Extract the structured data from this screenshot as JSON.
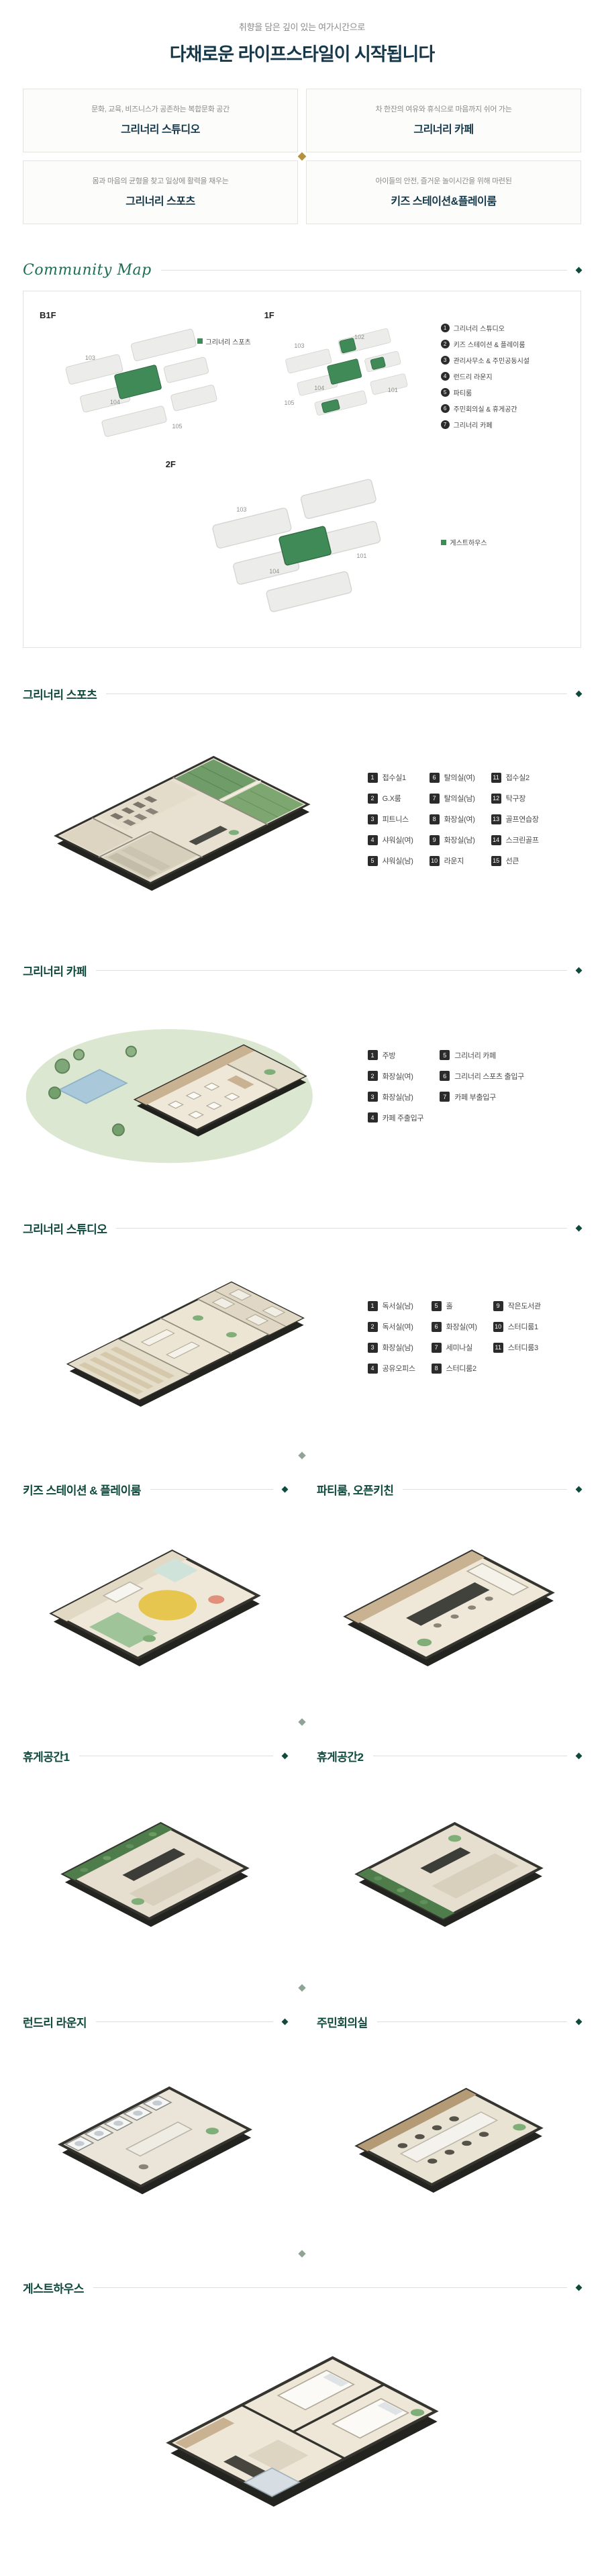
{
  "palette": {
    "brand_teal": "#14384a",
    "brand_green": "#0f4a3c",
    "serif_green": "#1d6e52",
    "gold": "#b5913c",
    "map_highlight": "#3f8a57",
    "legend_dark": "#2b2b2b"
  },
  "header": {
    "subtitle": "취향을 담은 깊이 있는 여가시간으로",
    "title": "다채로운 라이프스타일이 시작됩니다"
  },
  "features": {
    "cards": [
      {
        "desc": "문화, 교육, 비즈니스가 공존하는 복합문화 공간",
        "title": "그리너리 스튜디오"
      },
      {
        "desc": "차 한잔의 여유와 휴식으로 마음까지 쉬어 가는",
        "title": "그리너리 카페"
      },
      {
        "desc": "몸과 마음의 균형을 찾고 일상에 활력을 채우는",
        "title": "그리너리 스포츠"
      },
      {
        "desc": "아이들의 안전, 즐거운 놀이시간을 위해 마련된",
        "title": "키즈 스테이션&플레이룸"
      }
    ]
  },
  "community_map": {
    "heading": "Community Map",
    "floors": [
      {
        "label": "B1F",
        "tag": "그리너리 스포츠",
        "buildings": [
          "103",
          "104",
          "105"
        ]
      },
      {
        "label": "1F",
        "buildings": [
          "103",
          "102",
          "104",
          "101",
          "105"
        ],
        "legend": [
          {
            "no": "1",
            "label": "그리너리 스튜디오"
          },
          {
            "no": "2",
            "label": "키즈 스테이션 & 플레이룸"
          },
          {
            "no": "3",
            "label": "관리사무소 & 주민공동시설"
          },
          {
            "no": "4",
            "label": "런드리 라운지"
          },
          {
            "no": "5",
            "label": "파티룸"
          },
          {
            "no": "6",
            "label": "주민회의실 & 휴게공간"
          },
          {
            "no": "7",
            "label": "그리너리 카페"
          }
        ]
      },
      {
        "label": "2F",
        "tag": "게스트하우스",
        "buildings": [
          "103",
          "104",
          "101"
        ]
      }
    ]
  },
  "sports": {
    "heading": "그리너리 스포츠",
    "legend": [
      {
        "no": "1",
        "label": "접수실1"
      },
      {
        "no": "2",
        "label": "G.X룸"
      },
      {
        "no": "3",
        "label": "피트니스"
      },
      {
        "no": "4",
        "label": "샤워실(여)"
      },
      {
        "no": "5",
        "label": "샤워실(남)"
      },
      {
        "no": "6",
        "label": "탈의실(여)"
      },
      {
        "no": "7",
        "label": "탈의실(남)"
      },
      {
        "no": "8",
        "label": "화장실(여)"
      },
      {
        "no": "9",
        "label": "화장실(남)"
      },
      {
        "no": "10",
        "label": "라운지"
      },
      {
        "no": "11",
        "label": "접수실2"
      },
      {
        "no": "12",
        "label": "탁구장"
      },
      {
        "no": "13",
        "label": "골프연습장"
      },
      {
        "no": "14",
        "label": "스크린골프"
      },
      {
        "no": "15",
        "label": "선큰"
      }
    ]
  },
  "cafe": {
    "heading": "그리너리 카페",
    "legend": [
      {
        "no": "1",
        "label": "주방"
      },
      {
        "no": "2",
        "label": "화장실(여)"
      },
      {
        "no": "3",
        "label": "화장실(남)"
      },
      {
        "no": "4",
        "label": "카페 주출입구"
      },
      {
        "no": "5",
        "label": "그리너리 카페"
      },
      {
        "no": "6",
        "label": "그리너리 스포츠 출입구"
      },
      {
        "no": "7",
        "label": "카페 부출입구"
      }
    ]
  },
  "studio": {
    "heading": "그리너리 스튜디오",
    "legend": [
      {
        "no": "1",
        "label": "독서실(남)"
      },
      {
        "no": "2",
        "label": "독서실(여)"
      },
      {
        "no": "3",
        "label": "화장실(남)"
      },
      {
        "no": "4",
        "label": "공유오피스"
      },
      {
        "no": "5",
        "label": "홀"
      },
      {
        "no": "6",
        "label": "화장실(여)"
      },
      {
        "no": "7",
        "label": "세미나실"
      },
      {
        "no": "8",
        "label": "스터디룸2"
      },
      {
        "no": "9",
        "label": "작은도서관"
      },
      {
        "no": "10",
        "label": "스터디룸1"
      },
      {
        "no": "11",
        "label": "스터디룸3"
      }
    ]
  },
  "rooms": {
    "kids": {
      "heading": "키즈 스테이션 & 플레이룸"
    },
    "party": {
      "heading": "파티룸, 오픈키친"
    },
    "rest1": {
      "heading": "휴게공간1"
    },
    "rest2": {
      "heading": "휴게공간2"
    },
    "laundry": {
      "heading": "런드리 라운지"
    },
    "meeting": {
      "heading": "주민회의실"
    },
    "guest": {
      "heading": "게스트하우스"
    }
  }
}
